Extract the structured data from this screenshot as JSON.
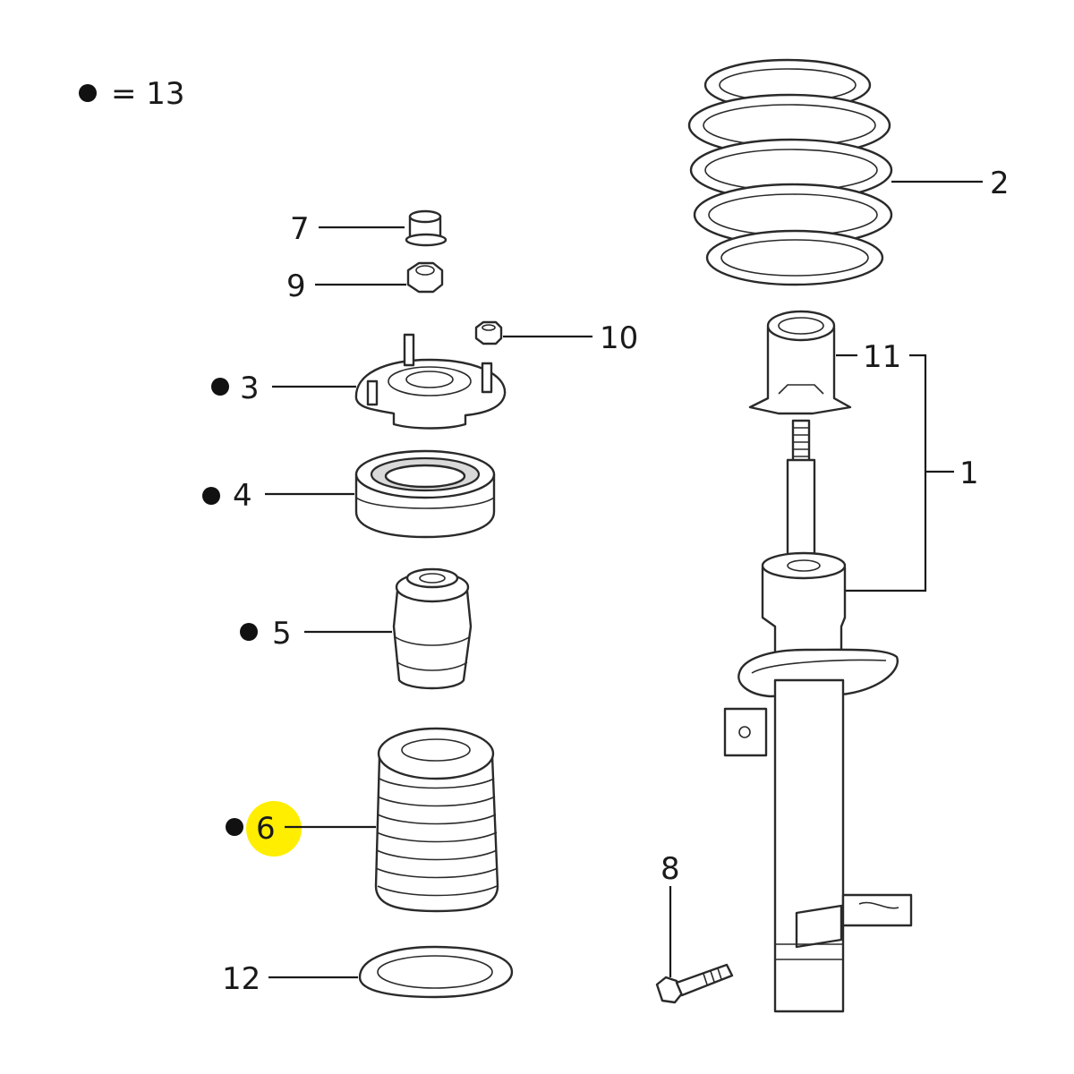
{
  "legend": {
    "symbol": "●",
    "text": "= 13"
  },
  "callouts": {
    "c1": "1",
    "c2": "2",
    "c3": "3",
    "c4": "4",
    "c5": "5",
    "c6": "6",
    "c7": "7",
    "c8": "8",
    "c9": "9",
    "c10": "10",
    "c11": "11",
    "c12": "12"
  },
  "highlight": {
    "callout": "6",
    "color": "#ffee00"
  },
  "colors": {
    "line": "#2a2a2a",
    "background": "#ffffff",
    "shade": "#d9d9d9"
  }
}
